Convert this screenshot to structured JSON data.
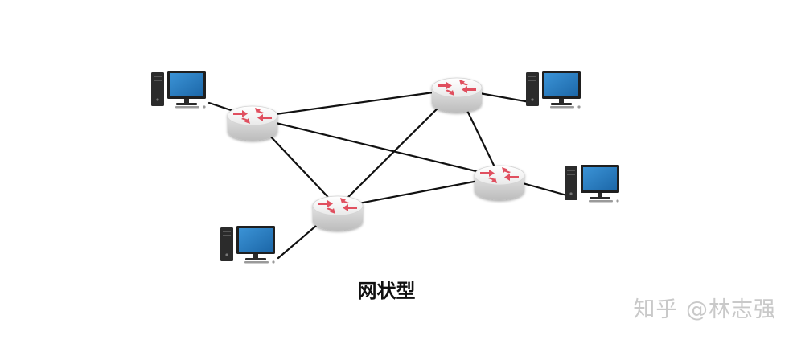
{
  "title": "网状型",
  "watermark": "知乎 @林志强",
  "colors": {
    "link": "#111111",
    "arrow": "#e0505e",
    "monitor_screen": "#2a7fc0",
    "tower": "#2b2b2b"
  },
  "nodes": [
    {
      "id": "router-left",
      "type": "router"
    },
    {
      "id": "router-top-right",
      "type": "router"
    },
    {
      "id": "router-right",
      "type": "router"
    },
    {
      "id": "router-bottom",
      "type": "router"
    },
    {
      "id": "pc-top-left",
      "type": "computer",
      "icon": "desktop-computer-icon"
    },
    {
      "id": "pc-top-right",
      "type": "computer",
      "icon": "desktop-computer-icon"
    },
    {
      "id": "pc-right",
      "type": "computer",
      "icon": "desktop-computer-icon"
    },
    {
      "id": "pc-bottom-left",
      "type": "computer",
      "icon": "desktop-computer-icon"
    }
  ],
  "links": [
    [
      "router-left",
      "router-top-right"
    ],
    [
      "router-left",
      "router-right"
    ],
    [
      "router-left",
      "router-bottom"
    ],
    [
      "router-top-right",
      "router-bottom"
    ],
    [
      "router-top-right",
      "router-right"
    ],
    [
      "router-bottom",
      "router-right"
    ],
    [
      "pc-top-left",
      "router-left"
    ],
    [
      "pc-top-right",
      "router-top-right"
    ],
    [
      "pc-right",
      "router-right"
    ],
    [
      "pc-bottom-left",
      "router-bottom"
    ]
  ]
}
